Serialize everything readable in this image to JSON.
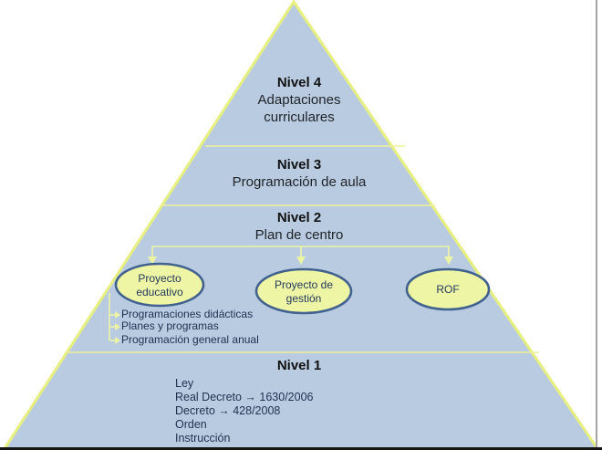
{
  "palette": {
    "pyramid_fill": "#b9cbe1",
    "pyramid_edge": "#e7f07f",
    "divider_line": "#edf29b",
    "connector_line": "#ecf4a4",
    "ellipse_fill": "#eef5a5",
    "ellipse_border": "#41618e",
    "heading_text": "#111111",
    "body_text": "#1f3150",
    "frame_right": "#a3a3a3",
    "frame_bottom": "#161616"
  },
  "pyramid": {
    "nivel4": {
      "heading": "Nivel 4",
      "line1": "Adaptaciones",
      "line2": "curriculares"
    },
    "nivel3": {
      "heading": "Nivel 3",
      "subtitle": "Programación de aula"
    },
    "nivel2": {
      "heading": "Nivel 2",
      "subtitle": "Plan de centro"
    },
    "nivel1": {
      "heading": "Nivel 1",
      "items": [
        "Ley",
        "Real Decreto → 1630/2006",
        "Decreto → 428/2008",
        "Orden",
        "Instrucción"
      ]
    }
  },
  "ellipses": [
    {
      "line1": "Proyecto",
      "line2": "educativo"
    },
    {
      "line1": "Proyecto de",
      "line2": "gestión"
    },
    {
      "line1": "ROF",
      "line2": ""
    }
  ],
  "bullets": [
    "Programaciones didácticas",
    "Planes y programas",
    "Programación general anual"
  ]
}
